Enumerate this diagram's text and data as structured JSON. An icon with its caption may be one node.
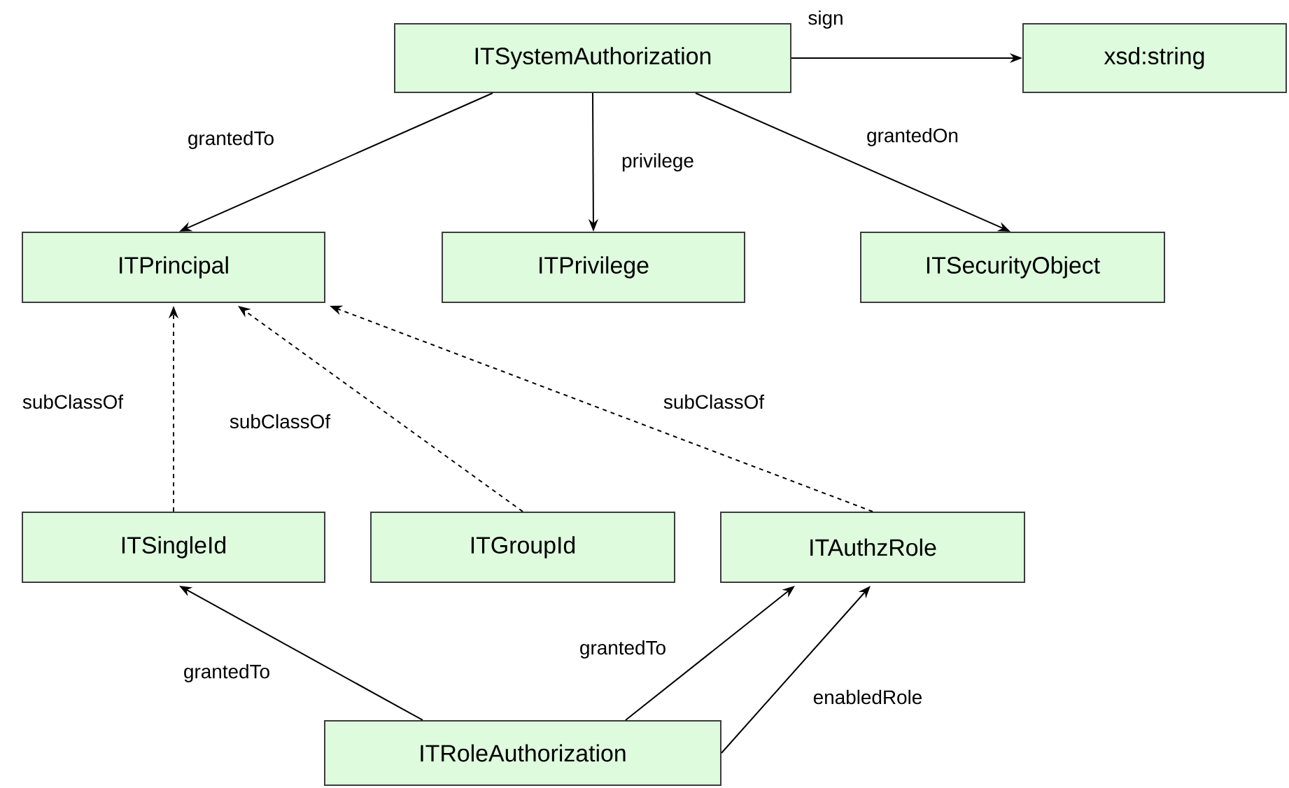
{
  "diagram": {
    "nodes": [
      {
        "text": [
          "ITSystemAuthorization"
        ]
      },
      {
        "text": [
          "xsd:string"
        ]
      },
      {
        "text": [
          "ITPrincipal"
        ]
      },
      {
        "text": [
          "ITPrivilege"
        ]
      },
      {
        "text": [
          "ITSecurityObject"
        ]
      },
      {
        "text": [
          "ITSingleId"
        ]
      },
      {
        "text": [
          "ITGroupId"
        ]
      },
      {
        "text": [
          "ITAuthzRole"
        ]
      },
      {
        "text": [
          "ITRoleAuthorization"
        ]
      }
    ],
    "edges": [
      {
        "from": 0,
        "to": 1,
        "arrow": "to",
        "label": "sign"
      },
      {
        "from": 0,
        "to": 2,
        "arrow": "to",
        "label": "grantedTo"
      },
      {
        "from": 0,
        "to": 3,
        "arrow": "to",
        "label": "privilege"
      },
      {
        "from": 0,
        "to": 4,
        "arrow": "to",
        "label": "grantedOn"
      },
      {
        "from": 5,
        "to": 2,
        "arrow": "to",
        "label": "subClassOf",
        "style": "dashed"
      },
      {
        "from": 6,
        "to": 2,
        "arrow": "to",
        "label": "subClassOf",
        "style": "dashed"
      },
      {
        "from": 7,
        "to": 2,
        "arrow": "to",
        "label": "subClassOf",
        "style": "dashed"
      },
      {
        "from": 8,
        "to": 5,
        "arrow": "to",
        "label": "grantedTo"
      },
      {
        "from": 8,
        "to": 7,
        "arrow": "to",
        "label": "grantedTo"
      },
      {
        "from": 8,
        "to": 7,
        "arrow": "to",
        "label": "enabledRole"
      }
    ]
  }
}
